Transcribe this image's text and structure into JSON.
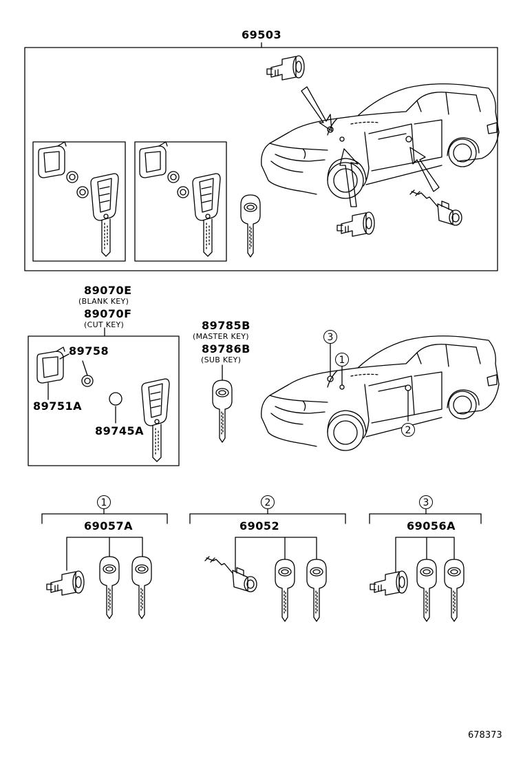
{
  "diagram": {
    "assembly_top": {
      "part_no": "69503"
    },
    "key_blank": {
      "part_no": "89070E",
      "desc": "(BLANK KEY)"
    },
    "key_cut": {
      "part_no": "89070F",
      "desc": "(CUT KEY)"
    },
    "key_parts": {
      "case": "89751A",
      "item_89758": "89758",
      "battery": "89745A"
    },
    "master_key": {
      "part_no": "89785B",
      "desc": "(MASTER KEY)"
    },
    "sub_key": {
      "part_no": "89786B",
      "desc": "(SUB KEY)"
    },
    "car_callouts": [
      "3",
      "1",
      "2"
    ],
    "sets": [
      {
        "callout": "1",
        "part_no": "69057A"
      },
      {
        "callout": "2",
        "part_no": "69052"
      },
      {
        "callout": "3",
        "part_no": "69056A"
      }
    ],
    "figure_ref": "678373"
  }
}
